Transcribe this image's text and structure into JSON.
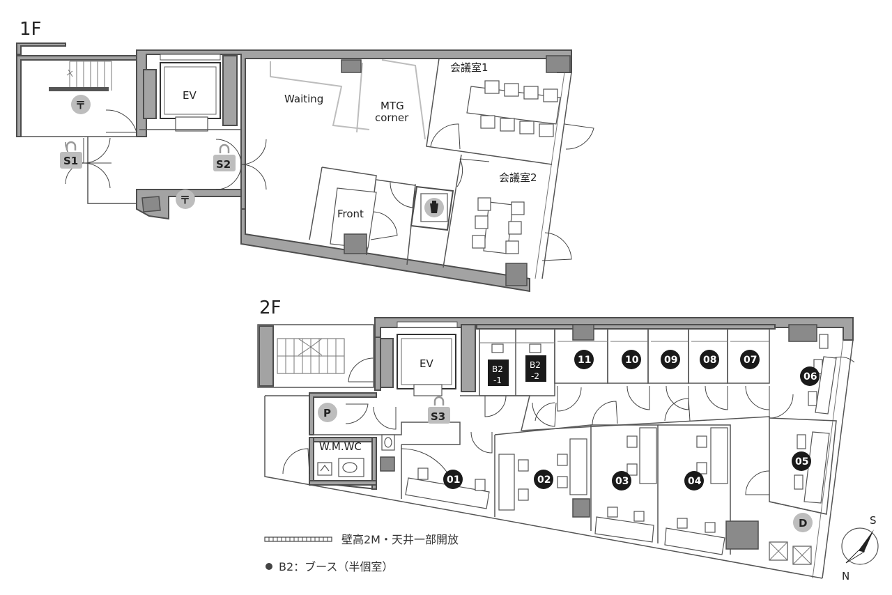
{
  "floors": {
    "f1": {
      "title": "1F",
      "rooms": {
        "ev": "EV",
        "waiting": "Waiting",
        "mtg_line1": "MTG",
        "mtg_line2": "corner",
        "meeting1": "会議室1",
        "meeting2": "会議室2",
        "front": "Front"
      },
      "markers": {
        "s1": "S1",
        "s2": "S2",
        "post1": "〒",
        "post2": "〒"
      }
    },
    "f2": {
      "title": "2F",
      "rooms": {
        "ev": "EV",
        "wc": "W.M.WC",
        "b2_1_line1": "B2",
        "b2_1_line2": "-1",
        "b2_2_line1": "B2",
        "b2_2_line2": "-2"
      },
      "markers": {
        "s3": "S3",
        "p": "P",
        "d": "D"
      },
      "rooms_numbered": [
        "01",
        "02",
        "03",
        "04",
        "05",
        "06",
        "07",
        "08",
        "09",
        "10",
        "11"
      ]
    }
  },
  "legend": {
    "wall_note": "壁高2M・天井一部開放",
    "booth_note": "B2：ブース（半個室）"
  },
  "compass": {
    "s": "S",
    "n": "N"
  },
  "colors": {
    "wall": "#a3a3a3",
    "marker_dark": "#1a1a1a",
    "marker_grey": "#bdbdbd"
  }
}
